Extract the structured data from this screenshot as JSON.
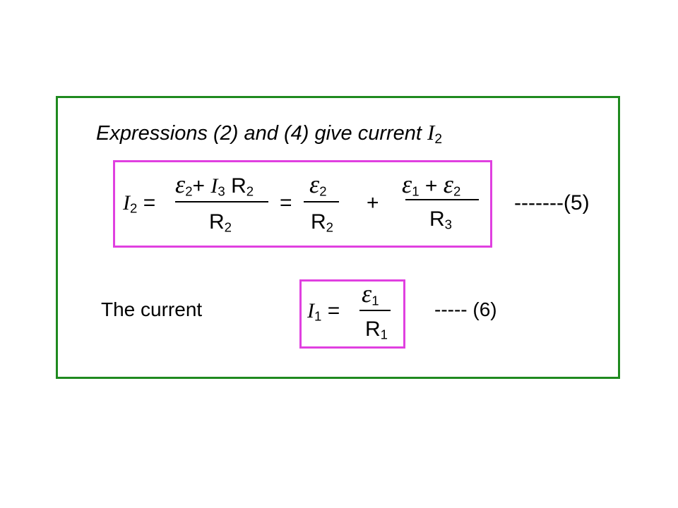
{
  "heading": {
    "text": "Expressions (2) and (4) give current",
    "var": "I",
    "sub": "2"
  },
  "eq5": {
    "lhs_var": "I",
    "lhs_sub": "2",
    "equals": "=",
    "num1": {
      "emf": "ε",
      "emf_sub": "2",
      "plus": "+",
      "var": "I",
      "var_sub": "3",
      "r": "R",
      "r_sub": "2"
    },
    "den1": {
      "r": "R",
      "sub": "2"
    },
    "equals2": "=",
    "num2": {
      "emf": "ε",
      "sub": "2"
    },
    "den2": {
      "r": "R",
      "sub": "2"
    },
    "plus": "+",
    "num3": {
      "emf_a": "ε",
      "sub_a": "1",
      "plus": "+",
      "emf_b": "ε",
      "sub_b": "2"
    },
    "den3": {
      "r": "R",
      "sub": "3"
    },
    "label": "-------(5)"
  },
  "eq6": {
    "prefix": "The current",
    "lhs_var": "I",
    "lhs_sub": "1",
    "equals": "=",
    "num": {
      "emf": "ε",
      "sub": "1"
    },
    "den": {
      "r": "R",
      "sub": "1"
    },
    "label": "----- (6)"
  },
  "colors": {
    "frame": "#1f8a1f",
    "highlight_box": "#e040e0"
  }
}
